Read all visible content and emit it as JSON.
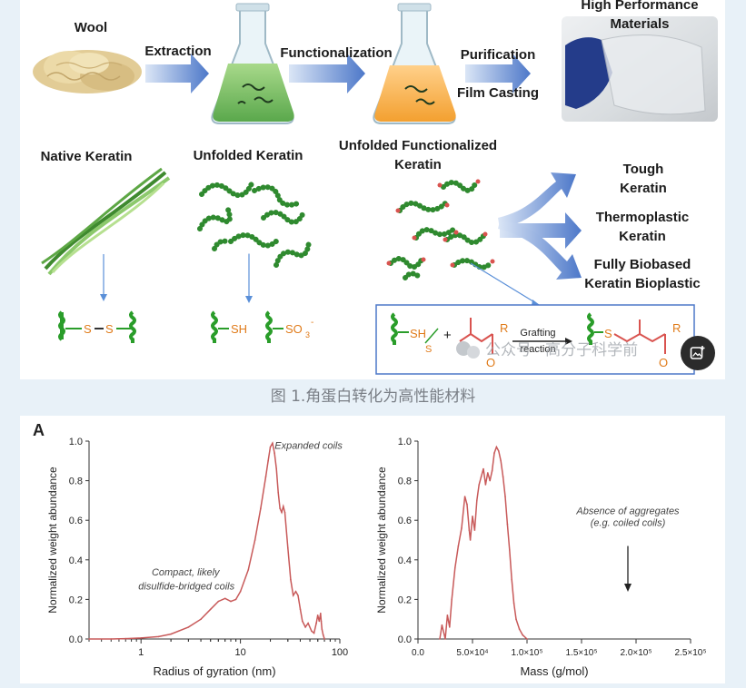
{
  "figure1": {
    "labels": {
      "wool": "Wool",
      "extraction": "Extraction",
      "functionalization": "Functionalization",
      "purification": "Purification",
      "film_casting": "Film Casting",
      "high_performance": "High Performance Materials",
      "native": "Native Keratin",
      "unfolded": "Unfolded Keratin",
      "unfolded_functionalized": "Unfolded Functionalized Keratin",
      "tough": "Tough Keratin",
      "thermoplastic": "Thermoplastic Keratin",
      "biobased": "Fully Biobased Keratin Bioplastic"
    },
    "chem": {
      "s": "S",
      "sh": "SH",
      "so3": "SO",
      "sub3": "3",
      "sup_minus": "-",
      "plus": "+",
      "r": "R",
      "o": "O",
      "grafting": "Grafting",
      "reaction": "reaction"
    },
    "watermark": "公众号 · 高分子科学前",
    "caption": "图 1.角蛋白转化为高性能材料"
  },
  "chart_data": [
    {
      "type": "line",
      "panel_label": "A",
      "xlabel": "Radius of gyration (nm)",
      "ylabel": "Normalized weight abundance",
      "xscale": "log",
      "xlim": [
        0.3,
        100
      ],
      "ylim": [
        0,
        1.0
      ],
      "xticks": [
        "1",
        "10",
        "100"
      ],
      "yticks": [
        "0.0",
        "0.2",
        "0.4",
        "0.6",
        "0.8",
        "1.0"
      ],
      "annotations": [
        "Expanded coils",
        "Compact, likely",
        "disulfide-bridged coils"
      ],
      "color": "#c85a5a",
      "x": [
        0.3,
        0.5,
        0.7,
        1.0,
        1.5,
        2.0,
        3.0,
        4.0,
        5.0,
        6.0,
        7.0,
        8.0,
        9.0,
        10.0,
        12.0,
        14.0,
        16.0,
        18.0,
        19.0,
        20.0,
        21.0,
        22.0,
        23.0,
        24.0,
        25.0,
        26.0,
        27.0,
        28.0,
        30.0,
        32.0,
        34.0,
        36.0,
        38.0,
        40.0,
        42.0,
        45.0,
        48.0,
        52.0,
        55.0,
        58.0,
        60.0,
        62.0,
        64.0,
        65.0,
        66.0,
        68.0,
        70.0
      ],
      "y": [
        0.0,
        0.0,
        0.002,
        0.005,
        0.012,
        0.025,
        0.06,
        0.1,
        0.15,
        0.19,
        0.205,
        0.19,
        0.2,
        0.24,
        0.35,
        0.5,
        0.66,
        0.82,
        0.9,
        0.97,
        0.99,
        0.94,
        0.86,
        0.74,
        0.66,
        0.64,
        0.67,
        0.64,
        0.46,
        0.3,
        0.22,
        0.24,
        0.22,
        0.15,
        0.09,
        0.06,
        0.08,
        0.04,
        0.03,
        0.08,
        0.12,
        0.09,
        0.13,
        0.09,
        0.05,
        0.02,
        0.0
      ]
    },
    {
      "type": "line",
      "xlabel": "Mass (g/mol)",
      "ylabel": "Normalized weight abundance",
      "xlim": [
        0,
        250000
      ],
      "ylim": [
        0,
        1.0
      ],
      "xticks": [
        "0.0",
        "5.0×10⁴",
        "1.0×10⁵",
        "1.5×10⁵",
        "2.0×10⁵",
        "2.5×10⁵"
      ],
      "yticks": [
        "0.0",
        "0.2",
        "0.4",
        "0.6",
        "0.8",
        "1.0"
      ],
      "annotations": [
        "Absence of aggregates",
        "(e.g. coiled coils)"
      ],
      "color": "#c85a5a",
      "x": [
        20000,
        22000,
        25000,
        27000,
        29000,
        31000,
        34000,
        37000,
        40000,
        43000,
        45000,
        47000,
        48000,
        50000,
        52000,
        54000,
        56000,
        58000,
        60000,
        62000,
        64000,
        66000,
        68000,
        70000,
        72000,
        74000,
        76000,
        78000,
        80000,
        82000,
        84000,
        86000,
        88000,
        90000,
        93000,
        96000,
        100000
      ],
      "y": [
        0.0,
        0.07,
        0.0,
        0.12,
        0.06,
        0.2,
        0.36,
        0.47,
        0.56,
        0.72,
        0.68,
        0.55,
        0.5,
        0.62,
        0.55,
        0.7,
        0.78,
        0.82,
        0.86,
        0.78,
        0.84,
        0.8,
        0.85,
        0.94,
        0.97,
        0.95,
        0.9,
        0.82,
        0.72,
        0.58,
        0.45,
        0.3,
        0.18,
        0.1,
        0.05,
        0.02,
        0.0
      ]
    }
  ]
}
